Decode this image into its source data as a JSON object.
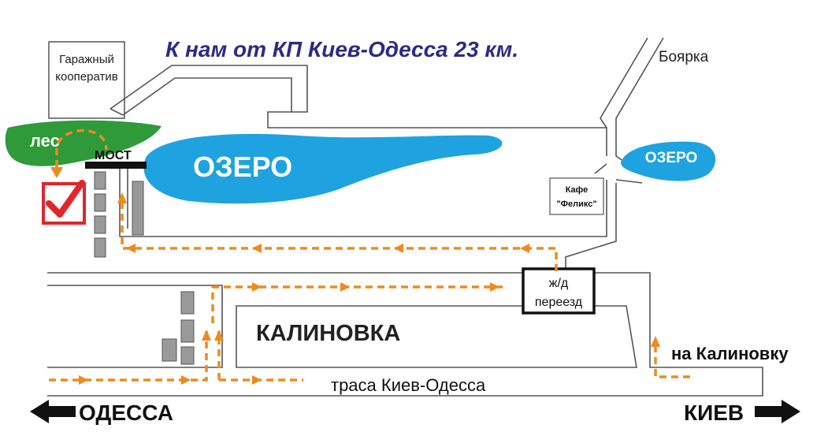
{
  "title": "К нам от КП Киев-Одесса 23 км.",
  "places": {
    "boyarka": "Боярка",
    "garage_line1": "Гаражный",
    "garage_line2": "кооператив",
    "forest": "лес",
    "bridge": "МОСТ",
    "lake_main": "ОЗЕРО",
    "lake_small": "ОЗЕРО",
    "cafe_line1": "Кафе",
    "cafe_line2": "\"Феликс\"",
    "crossing_line1": "ж/д",
    "crossing_line2": "переезд",
    "village": "КАЛИНОВКА",
    "to_kalinovka": "на Калиновку",
    "highway": "траса Киев-Одесса",
    "odessa": "ОДЕССА",
    "kiev": "КИЕВ"
  },
  "colors": {
    "title": "#2e2a86",
    "lake": "#1ea3e0",
    "forest": "#2e9a3a",
    "route": "#f08a1c",
    "destination": "#e3242b",
    "road": "#555555"
  },
  "icons": {
    "destination": "checkmark-box-icon",
    "direction_left": "arrow-left-icon",
    "direction_right": "arrow-right-icon"
  }
}
